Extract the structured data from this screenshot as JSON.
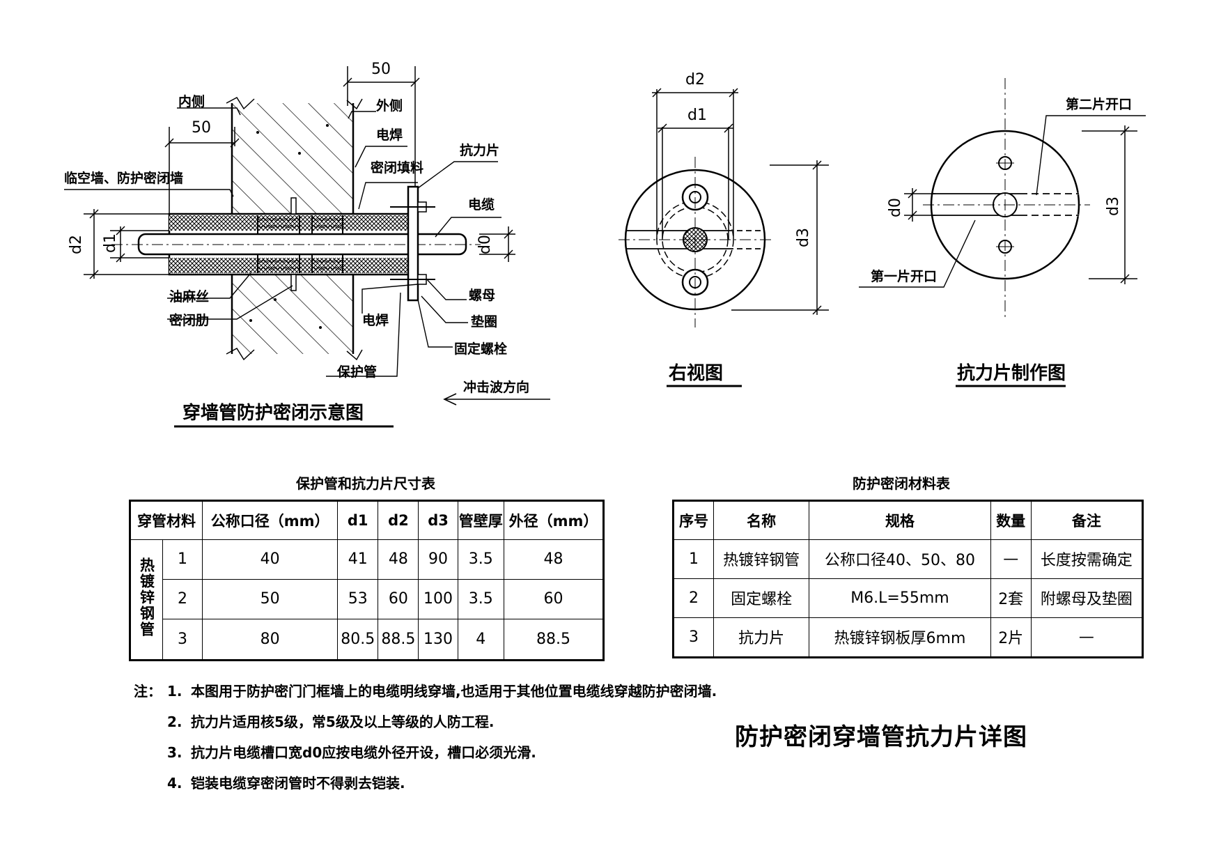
{
  "section": {
    "label_inner": "内侧",
    "label_outer": "外侧",
    "label_weld_top": "电焊",
    "label_plate": "抗力片",
    "label_seal_fill": "密闭填料",
    "label_wall": "临空墙、防护密闭墙",
    "label_cable": "电缆",
    "label_oakum": "油麻丝",
    "label_rib": "密闭肋",
    "label_weld_bottom": "电焊",
    "label_nut": "螺母",
    "label_washer": "垫圈",
    "label_bolt": "固定螺栓",
    "label_sleeve": "保护管",
    "label_blast_dir": "冲击波方向",
    "dim_top": "50",
    "dim_left": "50",
    "dim_d2": "d2",
    "dim_d1": "d1",
    "dim_d0": "d0",
    "title": "穿墙管防护密闭示意图"
  },
  "side_view": {
    "dim_d2": "d2",
    "dim_d1": "d1",
    "dim_d3": "d3",
    "title": "右视图"
  },
  "plate_view": {
    "label_second": "第二片开口",
    "label_first": "第一片开口",
    "dim_d0": "d0",
    "dim_d3": "d3",
    "title": "抗力片制作图"
  },
  "size_table": {
    "title": "保护管和抗力片尺寸表",
    "headers": [
      "穿管材料",
      "公称口径（mm）",
      "d1",
      "d2",
      "d3",
      "管壁厚",
      "外径（mm）"
    ],
    "material": "热镀锌钢管",
    "rows": [
      {
        "no": "1",
        "dn": "40",
        "d1": "41",
        "d2": "48",
        "d3": "90",
        "wall": "3.5",
        "od": "48"
      },
      {
        "no": "2",
        "dn": "50",
        "d1": "53",
        "d2": "60",
        "d3": "100",
        "wall": "3.5",
        "od": "60"
      },
      {
        "no": "3",
        "dn": "80",
        "d1": "80.5",
        "d2": "88.5",
        "d3": "130",
        "wall": "4",
        "od": "88.5"
      }
    ]
  },
  "material_table": {
    "title": "防护密闭材料表",
    "headers": [
      "序号",
      "名称",
      "规格",
      "数量",
      "备注"
    ],
    "rows": [
      {
        "no": "1",
        "name": "热镀锌钢管",
        "spec": "公称口径40、50、80",
        "qty": "—",
        "note": "长度按需确定"
      },
      {
        "no": "2",
        "name": "固定螺栓",
        "spec": "M6.L=55mm",
        "qty": "2套",
        "note": "附螺母及垫圈"
      },
      {
        "no": "3",
        "name": "抗力片",
        "spec": "热镀锌钢板厚6mm",
        "qty": "2片",
        "note": "—"
      }
    ]
  },
  "notes": {
    "prefix": "注：",
    "items": [
      {
        "num": "1.",
        "text": "本图用于防护密门门框墙上的电缆明线穿墙,也适用于其他位置电缆线穿越防护密闭墙."
      },
      {
        "num": "2.",
        "text": "抗力片适用核5级，常5级及以上等级的人防工程."
      },
      {
        "num": "3.",
        "text": "抗力片电缆槽口宽d0应按电缆外径开设，槽口必须光滑."
      },
      {
        "num": "4.",
        "text": "铠装电缆穿密闭管时不得剥去铠装."
      }
    ]
  },
  "main_title": "防护密闭穿墙管抗力片详图"
}
